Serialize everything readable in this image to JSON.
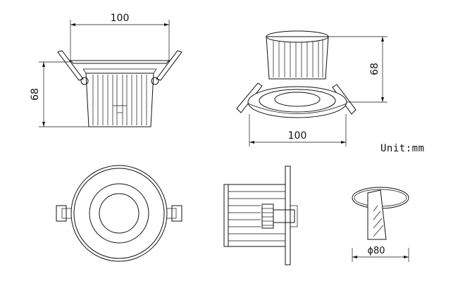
{
  "dims": {
    "front_width": "100",
    "front_height": "68",
    "iso_height": "68",
    "iso_width": "100",
    "cutout": "ϕ80"
  },
  "unit_label": "Unit:mm"
}
